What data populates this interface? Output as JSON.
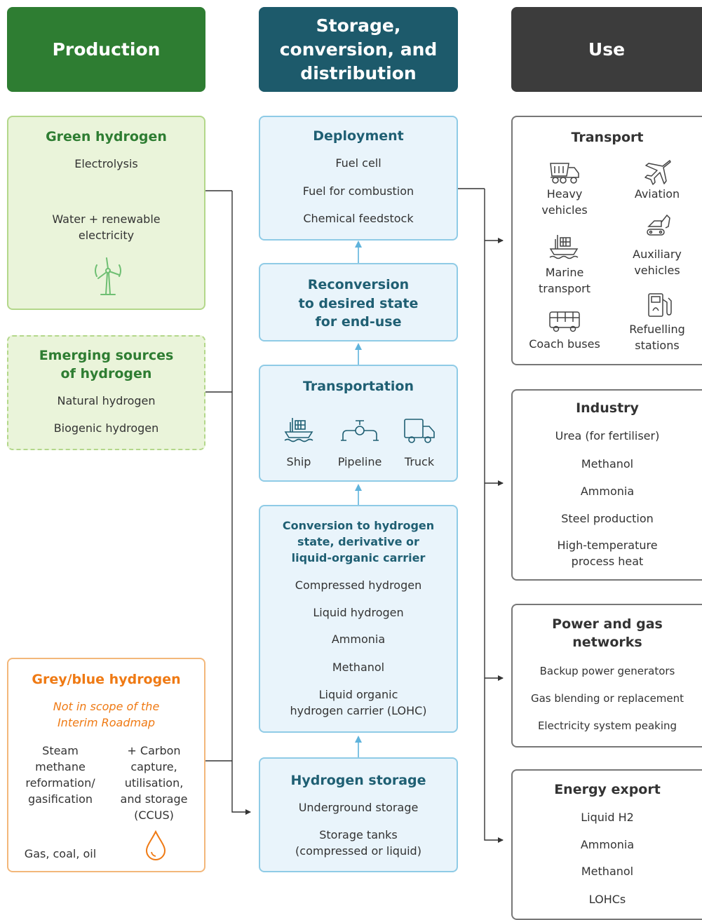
{
  "headers": {
    "production": "Production",
    "storage_lines": [
      "Storage,",
      "conversion, and",
      "distribution"
    ],
    "use": "Use"
  },
  "production": {
    "green": {
      "title": "Green hydrogen",
      "electrolysis": "Electrolysis",
      "water_lines": [
        "Water + renewable",
        "electricity"
      ]
    },
    "emerging": {
      "title_lines": [
        "Emerging sources",
        "of hydrogen"
      ],
      "items": [
        "Natural hydrogen",
        "Biogenic hydrogen"
      ]
    },
    "grey": {
      "title": "Grey/blue hydrogen",
      "note_lines": [
        "Not in scope of the",
        "Interim Roadmap"
      ],
      "steam_lines": [
        "Steam",
        "methane",
        "reformation/",
        "gasification"
      ],
      "ccus_lines": [
        "+ Carbon",
        "capture,",
        "utilisation,",
        "and storage",
        "(CCUS)"
      ],
      "inputs": "Gas, coal, oil"
    }
  },
  "storage": {
    "deployment": {
      "title": "Deployment",
      "items": [
        "Fuel cell",
        "Fuel for combustion",
        "Chemical feedstock"
      ]
    },
    "reconversion": {
      "title_lines": [
        "Reconversion",
        "to desired state",
        "for end-use"
      ]
    },
    "transportation": {
      "title": "Transportation",
      "modes": [
        "Ship",
        "Pipeline",
        "Truck"
      ]
    },
    "conversion": {
      "title_lines": [
        "Conversion to hydrogen",
        "state, derivative or",
        "liquid-organic carrier"
      ],
      "items": [
        "Compressed hydrogen",
        "Liquid hydrogen",
        "Ammonia",
        "Methanol"
      ],
      "lohc_lines": [
        "Liquid organic",
        "hydrogen carrier (LOHC)"
      ]
    },
    "hydrogen_storage": {
      "title": "Hydrogen storage",
      "underground": "Underground storage",
      "tanks_lines": [
        "Storage tanks",
        "(compressed or liquid)"
      ]
    }
  },
  "use": {
    "transport": {
      "title": "Transport",
      "heavy_lines": [
        "Heavy",
        "vehicles"
      ],
      "aviation": "Aviation",
      "marine_lines": [
        "Marine",
        "transport"
      ],
      "auxiliary_lines": [
        "Auxiliary",
        "vehicles"
      ],
      "coach": "Coach buses",
      "refuelling_lines": [
        "Refuelling",
        "stations"
      ]
    },
    "industry": {
      "title": "Industry",
      "items": [
        "Urea (for fertiliser)",
        "Methanol",
        "Ammonia",
        "Steel production"
      ],
      "heat_lines": [
        "High-temperature",
        "process heat"
      ]
    },
    "power": {
      "title_lines": [
        "Power and gas",
        "networks"
      ],
      "items": [
        "Backup power generators",
        "Gas blending or replacement",
        "Electricity system peaking"
      ]
    },
    "export": {
      "title": "Energy export",
      "items": [
        "Liquid H2",
        "Ammonia",
        "Methanol",
        "LOHCs"
      ]
    }
  },
  "colors": {
    "production_header": "#2e7d32",
    "storage_header": "#1d5a6b",
    "use_header": "#3c3c3c",
    "green_fill": "#eaf4da",
    "blue_fill": "#e9f4fb",
    "orange_accent": "#ef7a14"
  },
  "icons": [
    "wind-turbine-icon",
    "droplet-icon",
    "ship-icon",
    "pipeline-icon",
    "truck-icon",
    "heavy-vehicle-icon",
    "airplane-icon",
    "marine-ship-icon",
    "excavator-icon",
    "bus-icon",
    "fuel-pump-icon"
  ]
}
